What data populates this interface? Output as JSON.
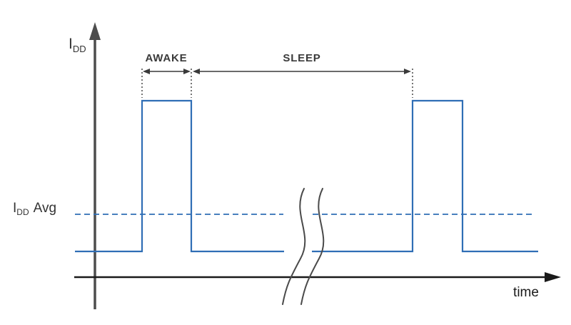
{
  "labels": {
    "y_axis": {
      "main": "I",
      "sub": "DD"
    },
    "x_axis": "time",
    "avg": {
      "main": "I",
      "sub": "DD",
      "suffix": "Avg"
    },
    "awake": "AWAKE",
    "sleep": "SLEEP"
  },
  "waveform": {
    "description": "duty-cycled supply current: short high-current awake pulses separated by long low-current sleep periods, with a time-axis break between cycles",
    "pulse_count_visible": 2,
    "has_axis_break": true,
    "avg_line_style": "dashed"
  },
  "colors": {
    "waveform": "#2f6eb5",
    "avg_line": "#2f6eb5",
    "vertical_axis": "#4d4d4d",
    "horizontal_axis": "#1a1a1a",
    "text": "#333333",
    "annotation": "#3a3a3a",
    "break_mark": "#4a4a4a",
    "background": "#ffffff"
  }
}
